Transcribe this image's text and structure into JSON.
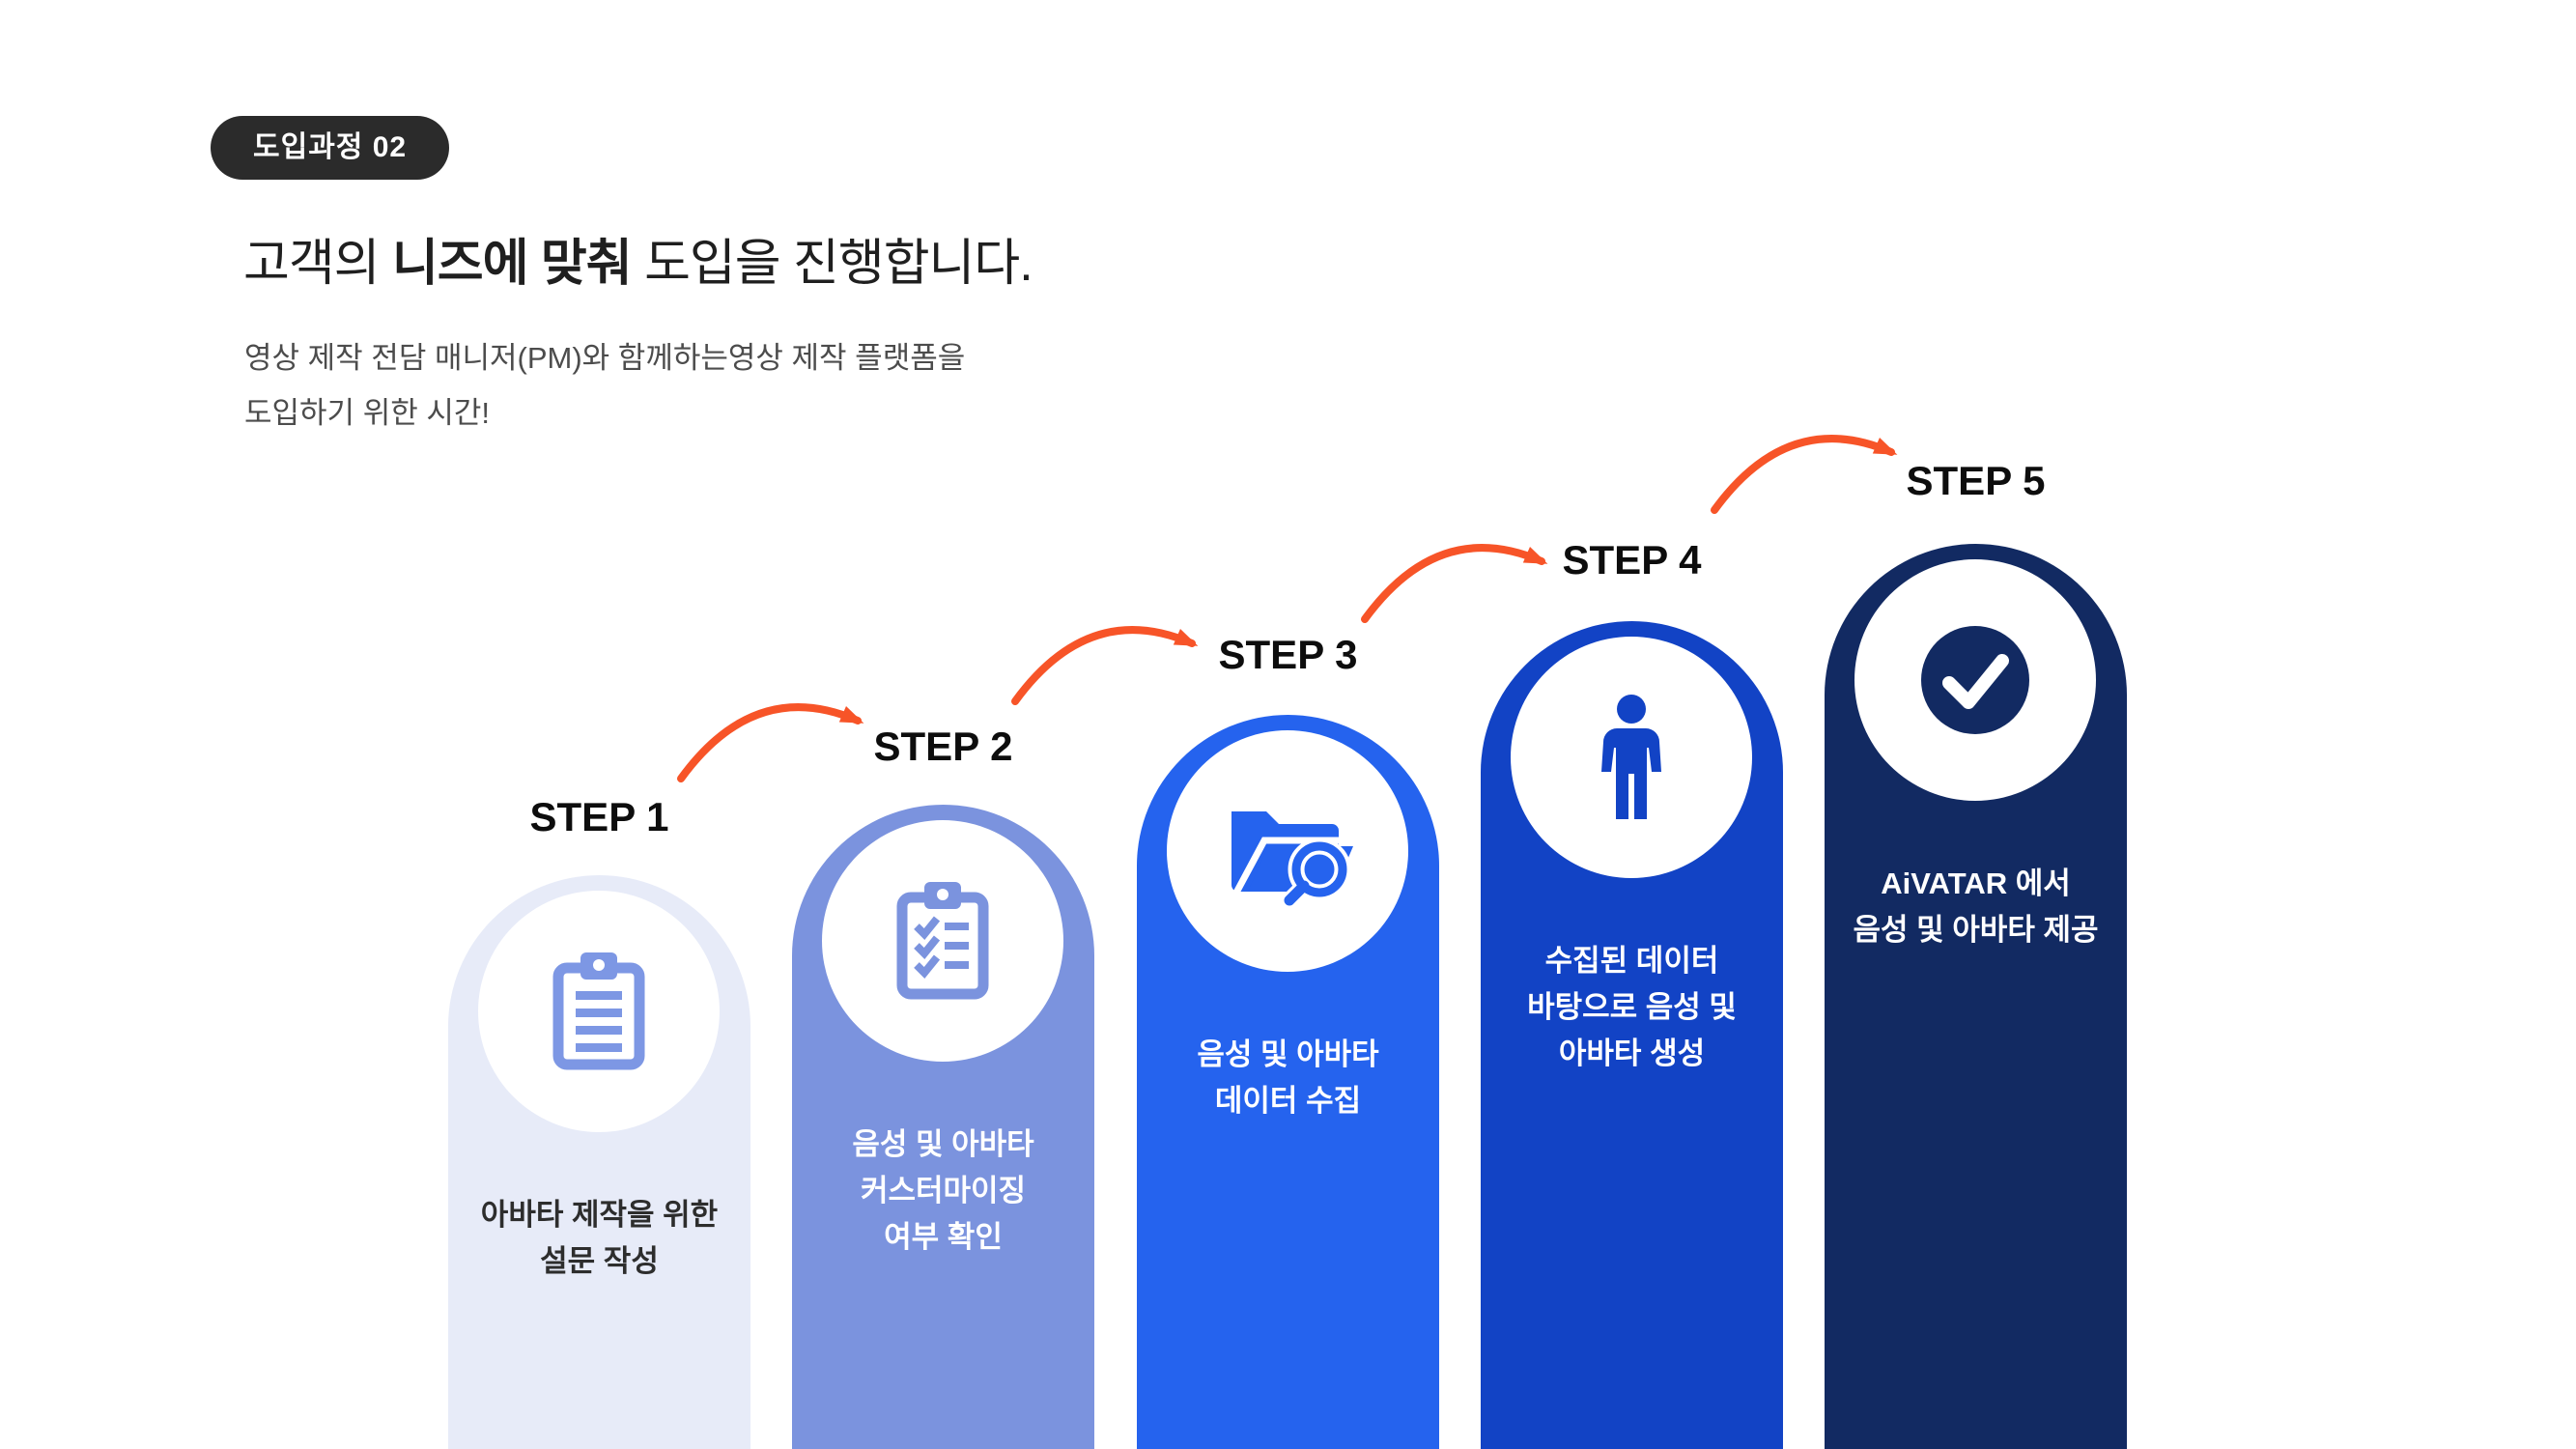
{
  "badge": {
    "label": "도입과정 02",
    "bg_color": "#2b2b2b",
    "text_color": "#ffffff"
  },
  "title": {
    "prefix": "고객의 ",
    "emphasis": "니즈에 맞춰",
    "suffix": " 도입을 진행합니다.",
    "color": "#1f1f1f"
  },
  "subtitle": {
    "line1": "영상 제작 전담 매니저(PM)와 함께하는영상 제작 플랫폼을",
    "line2": "도입하기 위한 시간!",
    "color": "#4c4c4c"
  },
  "colors": {
    "arrow": "#f75428",
    "circle_bg": "#ffffff"
  },
  "steps": [
    {
      "label": "STEP 1",
      "icon": "clipboard-icon",
      "column_color": "#e7ebf8",
      "icon_color": "#7d97e4",
      "text_color": "#2d2d2d",
      "desc": [
        "아바타 제작을 위한",
        "설문 작성"
      ]
    },
    {
      "label": "STEP 2",
      "icon": "checklist-icon",
      "column_color": "#7b93de",
      "icon_color": "#7b93de",
      "text_color": "#ffffff",
      "desc": [
        "음성 및 아바타",
        "커스터마이징",
        "여부 확인"
      ]
    },
    {
      "label": "STEP 3",
      "icon": "folder-search-icon",
      "column_color": "#2563ee",
      "icon_color": "#2563ee",
      "text_color": "#ffffff",
      "desc": [
        "음성 및 아바타",
        "데이터 수집"
      ]
    },
    {
      "label": "STEP 4",
      "icon": "person-icon",
      "column_color": "#1243c5",
      "icon_color": "#1243c5",
      "text_color": "#ffffff",
      "desc": [
        "수집된 데이터",
        "바탕으로 음성 및",
        "아바타 생성"
      ]
    },
    {
      "label": "STEP 5",
      "icon": "check-circle-icon",
      "column_color": "#122a62",
      "icon_color": "#122a62",
      "text_color": "#ffffff",
      "desc": [
        "AiVATAR 에서",
        "음성 및 아바타 제공"
      ]
    }
  ]
}
